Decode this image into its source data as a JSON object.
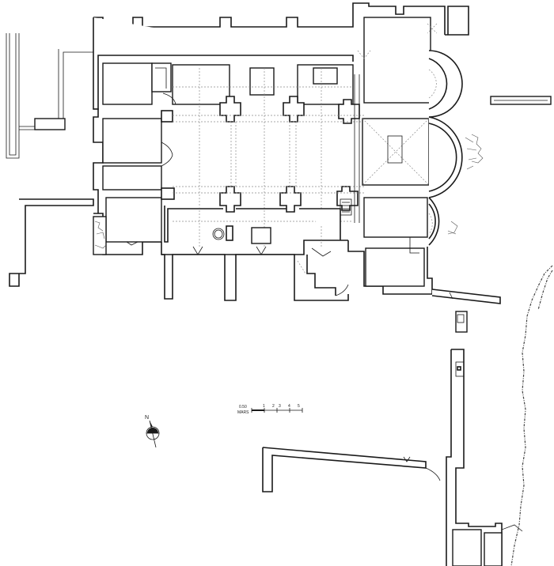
{
  "scale_bar": {
    "label": "0.50",
    "unit": "MARS",
    "ticks": [
      "1",
      "2",
      "3",
      "4",
      "5"
    ]
  },
  "north_arrow": {
    "letter": "N"
  }
}
